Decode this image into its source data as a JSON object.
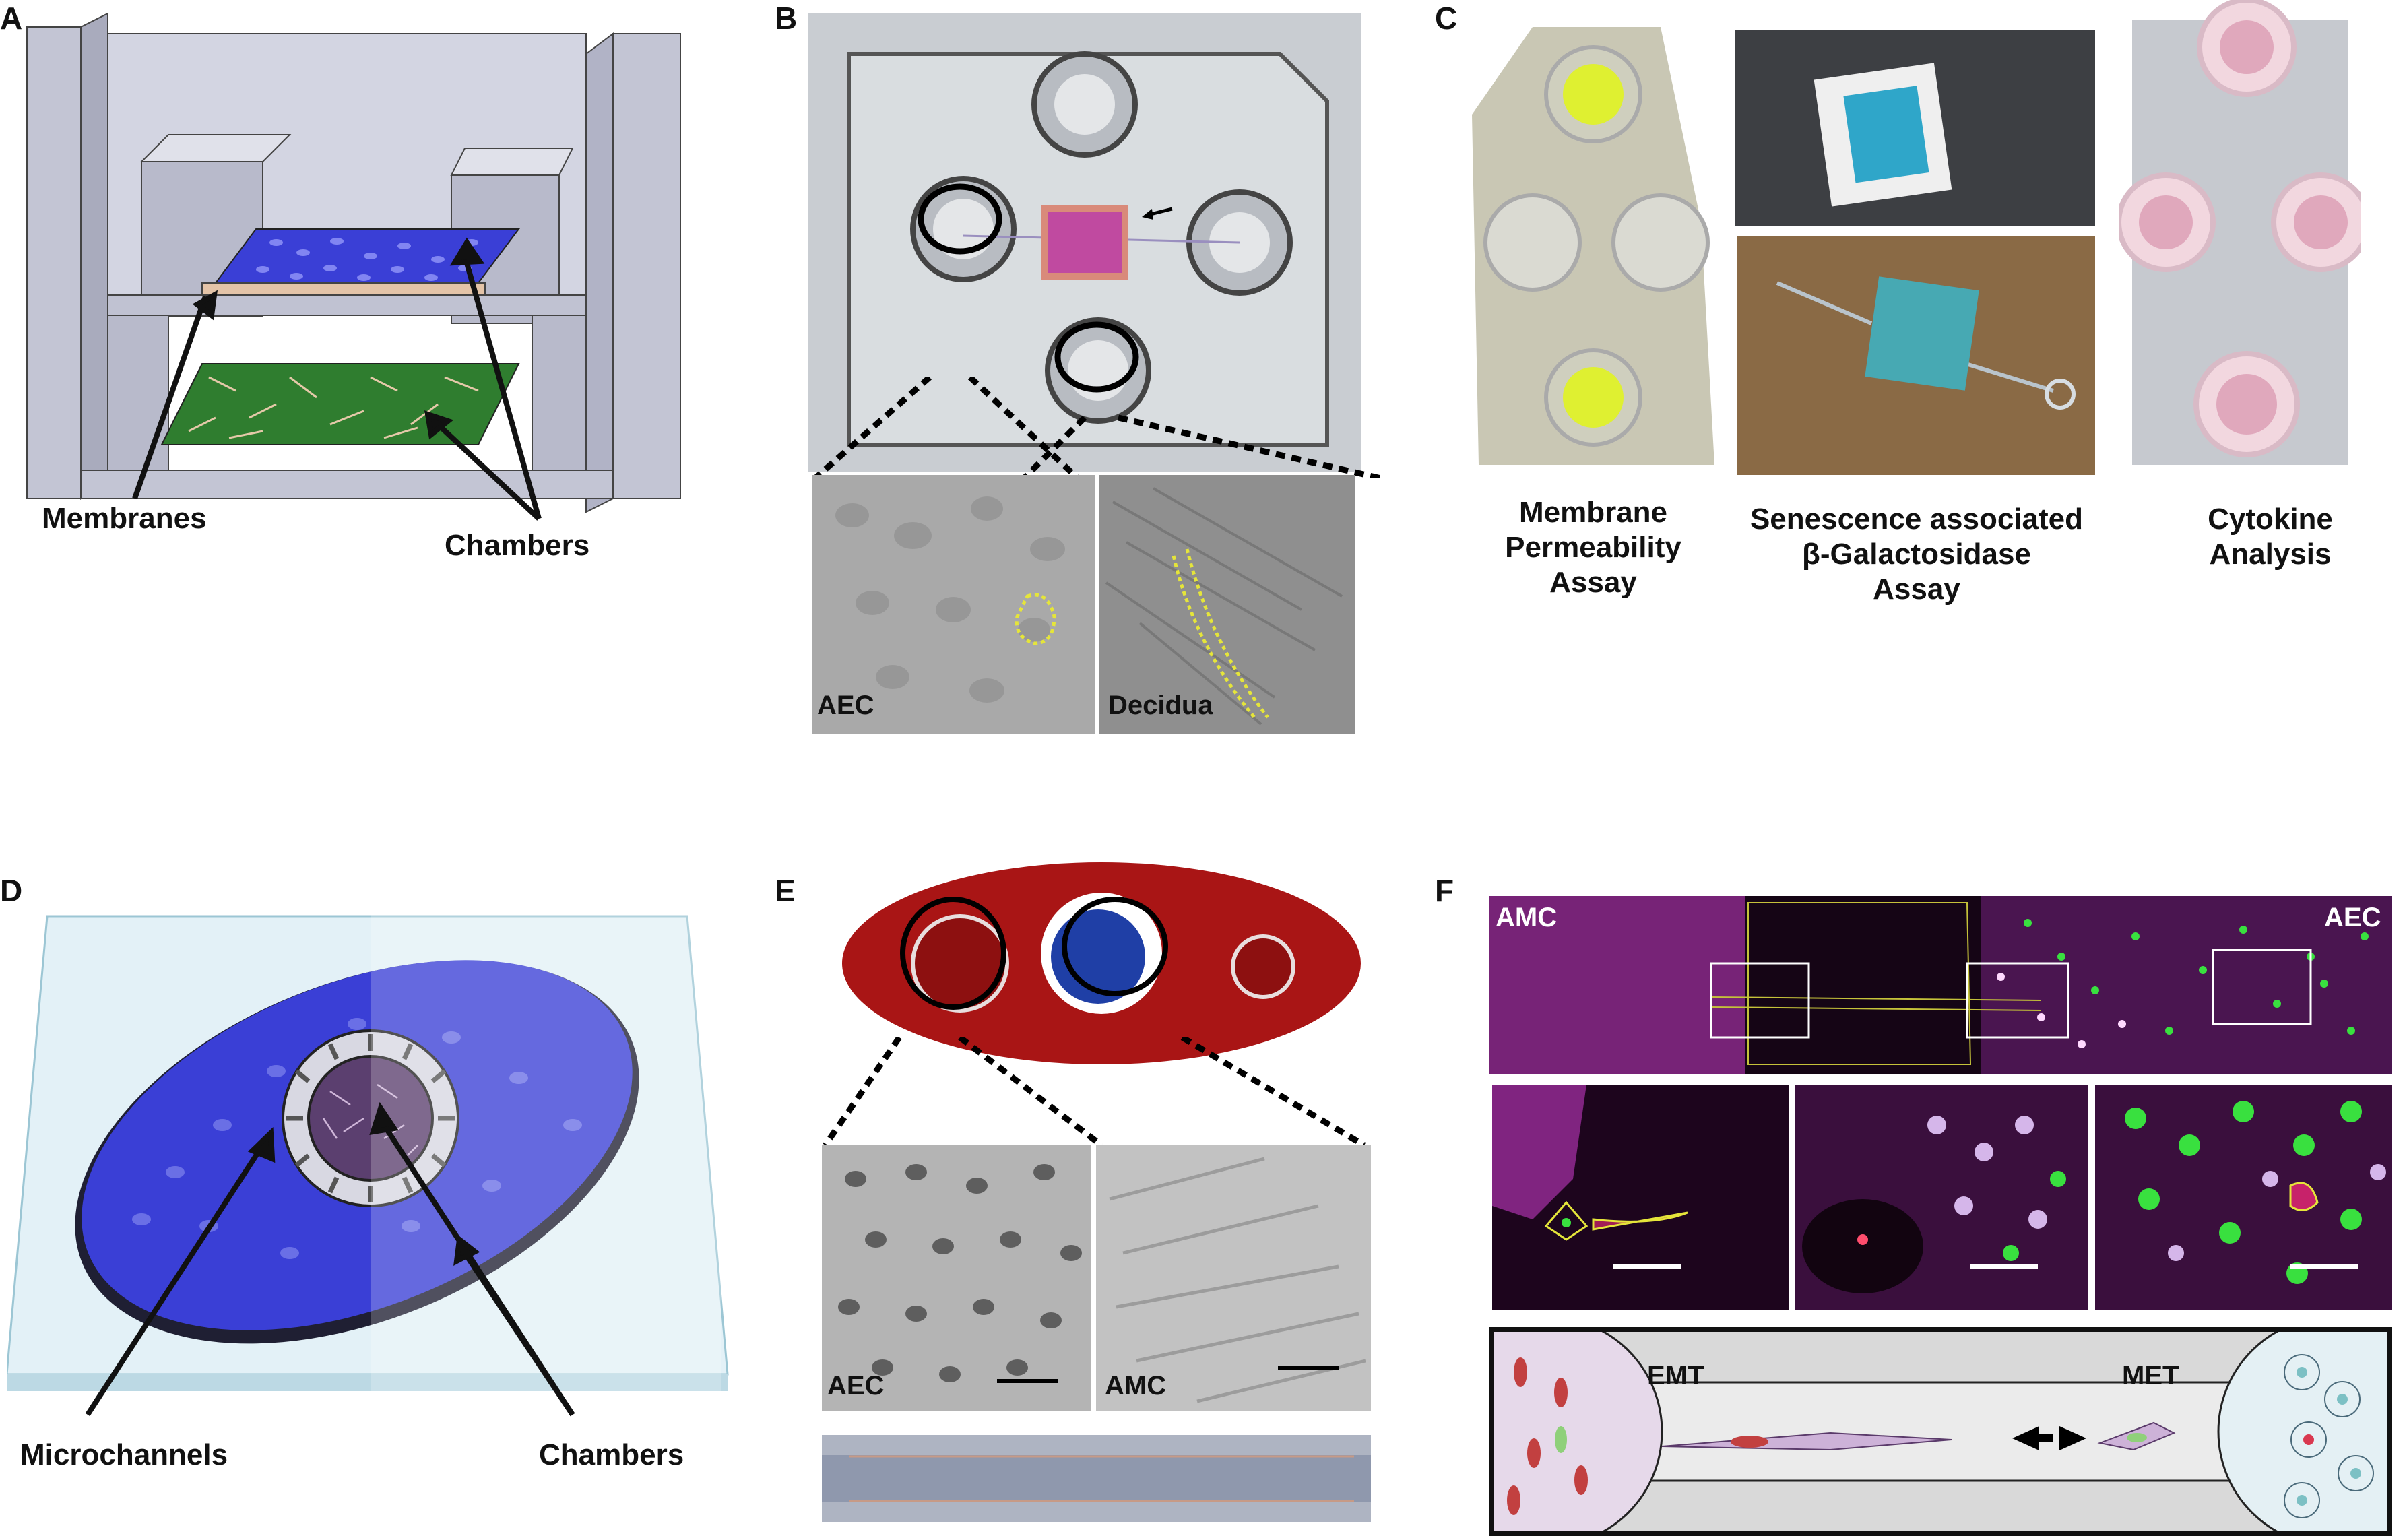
{
  "panels": {
    "A": {
      "letter": "A",
      "labels": {
        "membranes": "Membranes",
        "chambers": "Chambers"
      }
    },
    "B": {
      "letter": "B",
      "labels": {
        "aec": "AEC",
        "decidua": "Decidua"
      }
    },
    "C": {
      "letter": "C",
      "captions": {
        "membrane": [
          "Membrane",
          "Permeability",
          "Assay"
        ],
        "senescence": [
          "Senescence associated",
          "β-Galactosidase",
          "Assay"
        ],
        "cytokine": [
          "Cytokine",
          "Analysis"
        ]
      }
    },
    "D": {
      "letter": "D",
      "labels": {
        "microchannels": "Microchannels",
        "chambers": "Chambers"
      }
    },
    "E": {
      "letter": "E",
      "labels": {
        "aec": "AEC",
        "amc": "AMC"
      }
    },
    "F": {
      "letter": "F",
      "labels": {
        "amc": "AMC",
        "aec": "AEC",
        "emt": "EMT",
        "met": "MET"
      }
    }
  },
  "colors": {
    "device_gray": "#c9cbd8",
    "cells_blue": "#3a3fd6",
    "cells_green": "#2f7d2f",
    "chip_red": "#a51515",
    "fluor_magenta": "#b23bb8",
    "fluor_green": "#39e03f"
  }
}
